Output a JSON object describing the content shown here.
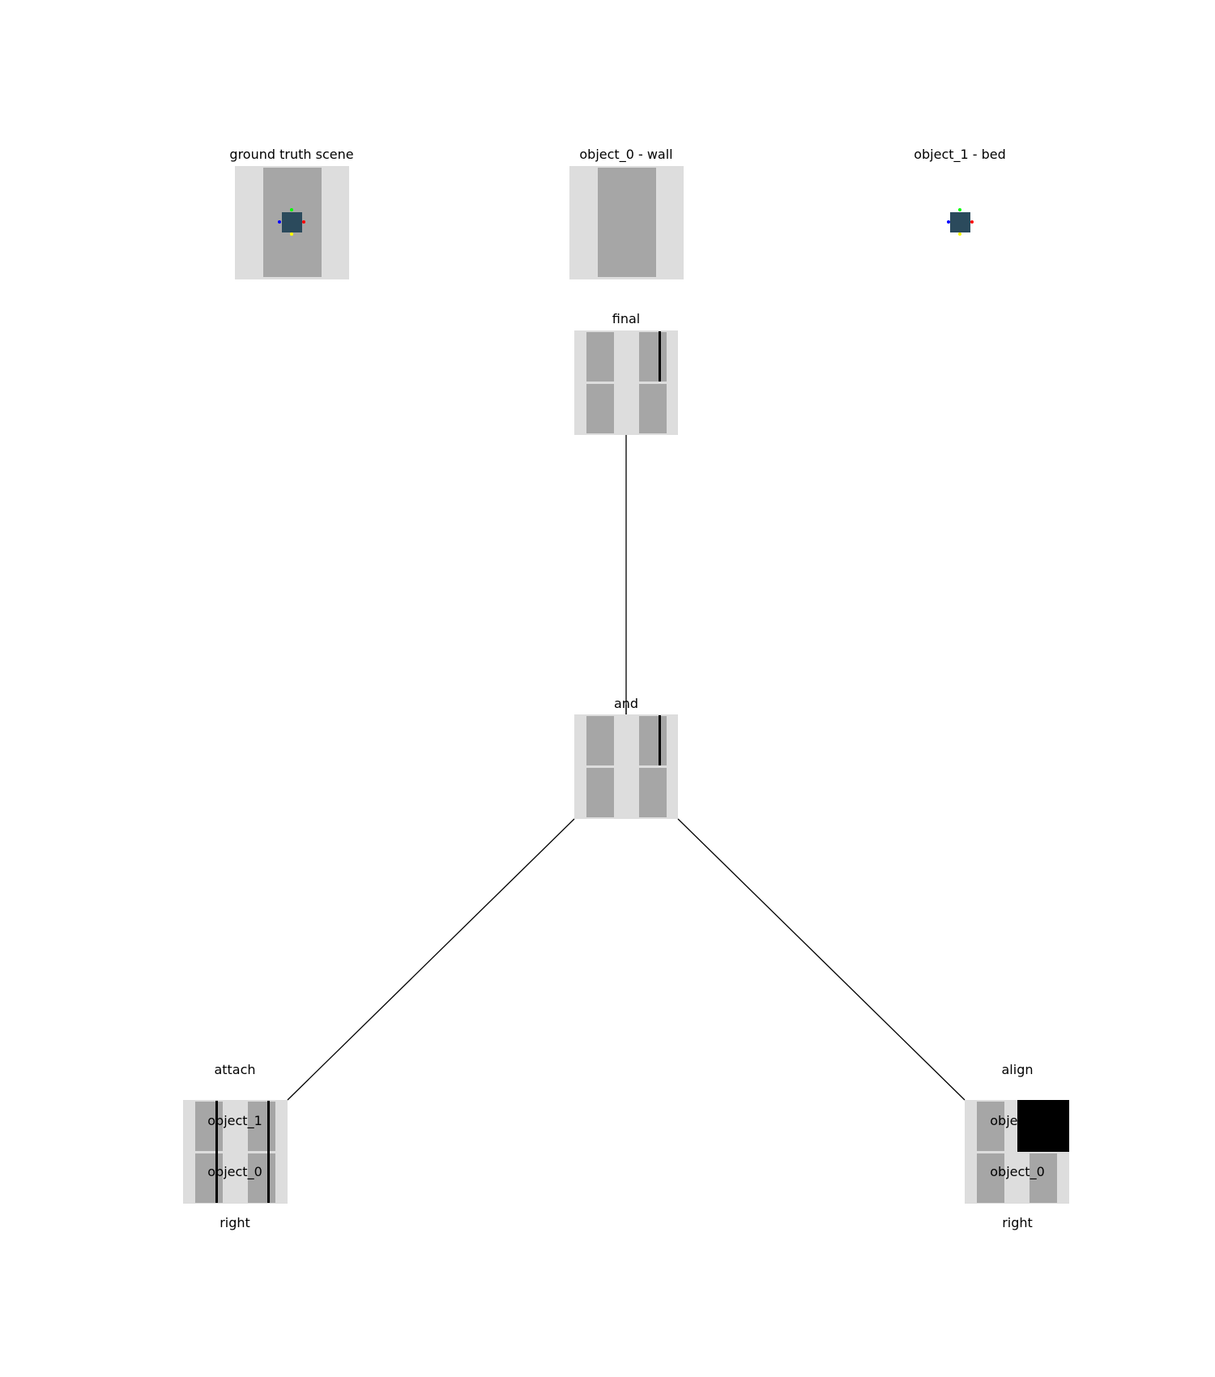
{
  "header": {
    "ground_truth": "ground truth scene",
    "object_0": "object_0 - wall",
    "object_1": "object_1 - bed"
  },
  "nodes": {
    "final": {
      "label": "final"
    },
    "and": {
      "label": "and"
    },
    "attach": {
      "lines": [
        "attach",
        "object_1",
        "object_0",
        "right"
      ]
    },
    "align": {
      "lines": [
        "align",
        "object_1",
        "object_0",
        "right"
      ]
    }
  },
  "colors": {
    "light_gray": "#dddddd",
    "gray": "#a6a6a6",
    "object_body": "#2b4a5c",
    "edge": "#000000",
    "axis_x": "#ff0000",
    "axis_y": "#00ff00",
    "axis_z": "#0000ff",
    "axis_neg": "#ffff00"
  }
}
